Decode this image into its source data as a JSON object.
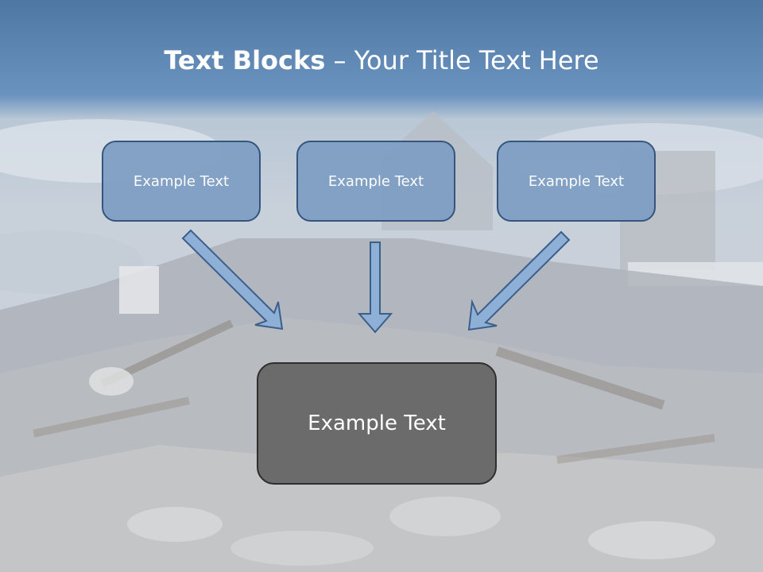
{
  "title": {
    "bold": "Text Blocks",
    "separator": " – ",
    "rest": "Your Title Text Here"
  },
  "boxes": [
    {
      "label": "Example Text"
    },
    {
      "label": "Example Text"
    },
    {
      "label": "Example Text"
    }
  ],
  "target": {
    "label": "Example Text"
  },
  "colors": {
    "box_fill": "#7f9fc4",
    "box_border": "#2f4f78",
    "target_fill": "#6b6b6b",
    "arrow_fill": "#8fb0d6",
    "header": "#4f77a3"
  },
  "background": "storm-debris-photo"
}
